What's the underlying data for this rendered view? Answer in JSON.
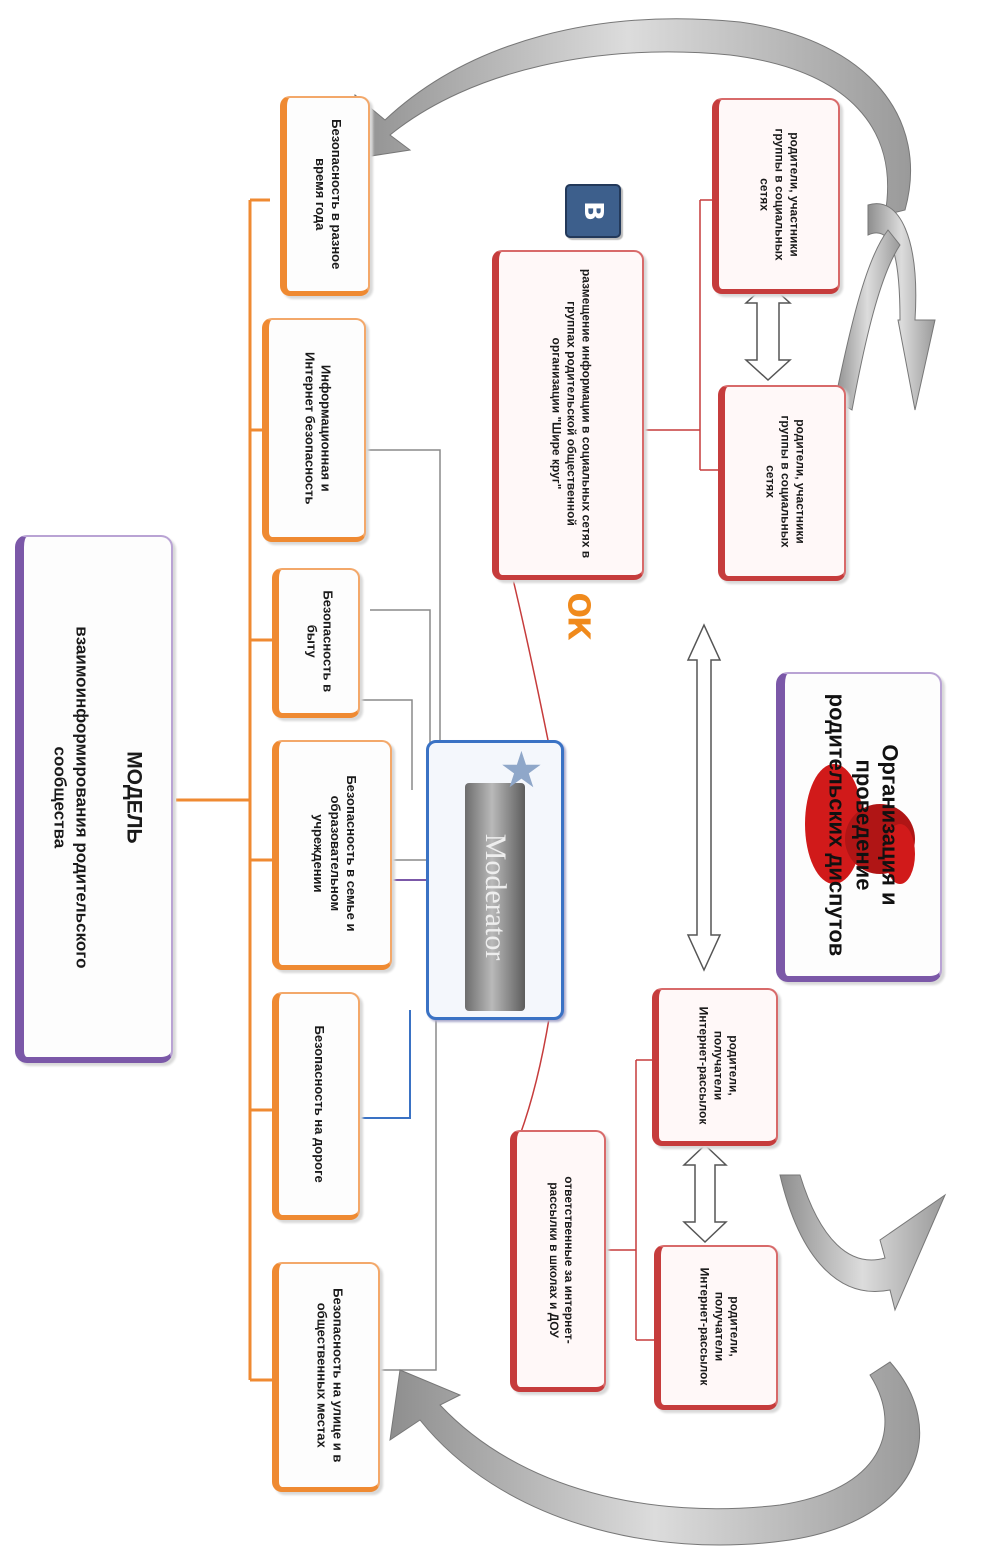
{
  "title": {
    "line1": "МОДЕЛЬ",
    "line2": "взаимоинформирования  родительского сообщества"
  },
  "safety_topics": [
    {
      "label": "Безопасность в разное время года"
    },
    {
      "label": "Информационная и Интернет безопасность"
    },
    {
      "label": "Безопасность в быту"
    },
    {
      "label": "Безопасность в семье и образовательном учреждении"
    },
    {
      "label": "Безопасность на дороге"
    },
    {
      "label": "Безопасность на улице и в общественных местах"
    }
  ],
  "moderator": {
    "label": "Moderator"
  },
  "social": {
    "vk_icon_text": "B",
    "ok_icon_text": "ОК",
    "placement": "размещение информации в социальных сетях  в группах родительской общественной организации \"Шире круг\"",
    "members_top": "родители, участники группы в социальных сетях",
    "members_bottom": "родители, участники группы в социальных сетях"
  },
  "mailing": {
    "responsible": "ответственные за интернет-рассылки в школах и ДОУ",
    "recipients_left": "родители, получатели Интернет-рассылок",
    "recipients_right": "родители, получатели Интернет-рассылок"
  },
  "disputes": {
    "label": "Организация и проведение родительских диспутов"
  },
  "colors": {
    "orange": "#ef8a32",
    "red": "#c63c3c",
    "purple": "#7b58a8",
    "blue": "#3a72c4",
    "vk": "#3d5f8c",
    "ok": "#f08a1c",
    "arrow_gray": "#b9b9b9"
  }
}
